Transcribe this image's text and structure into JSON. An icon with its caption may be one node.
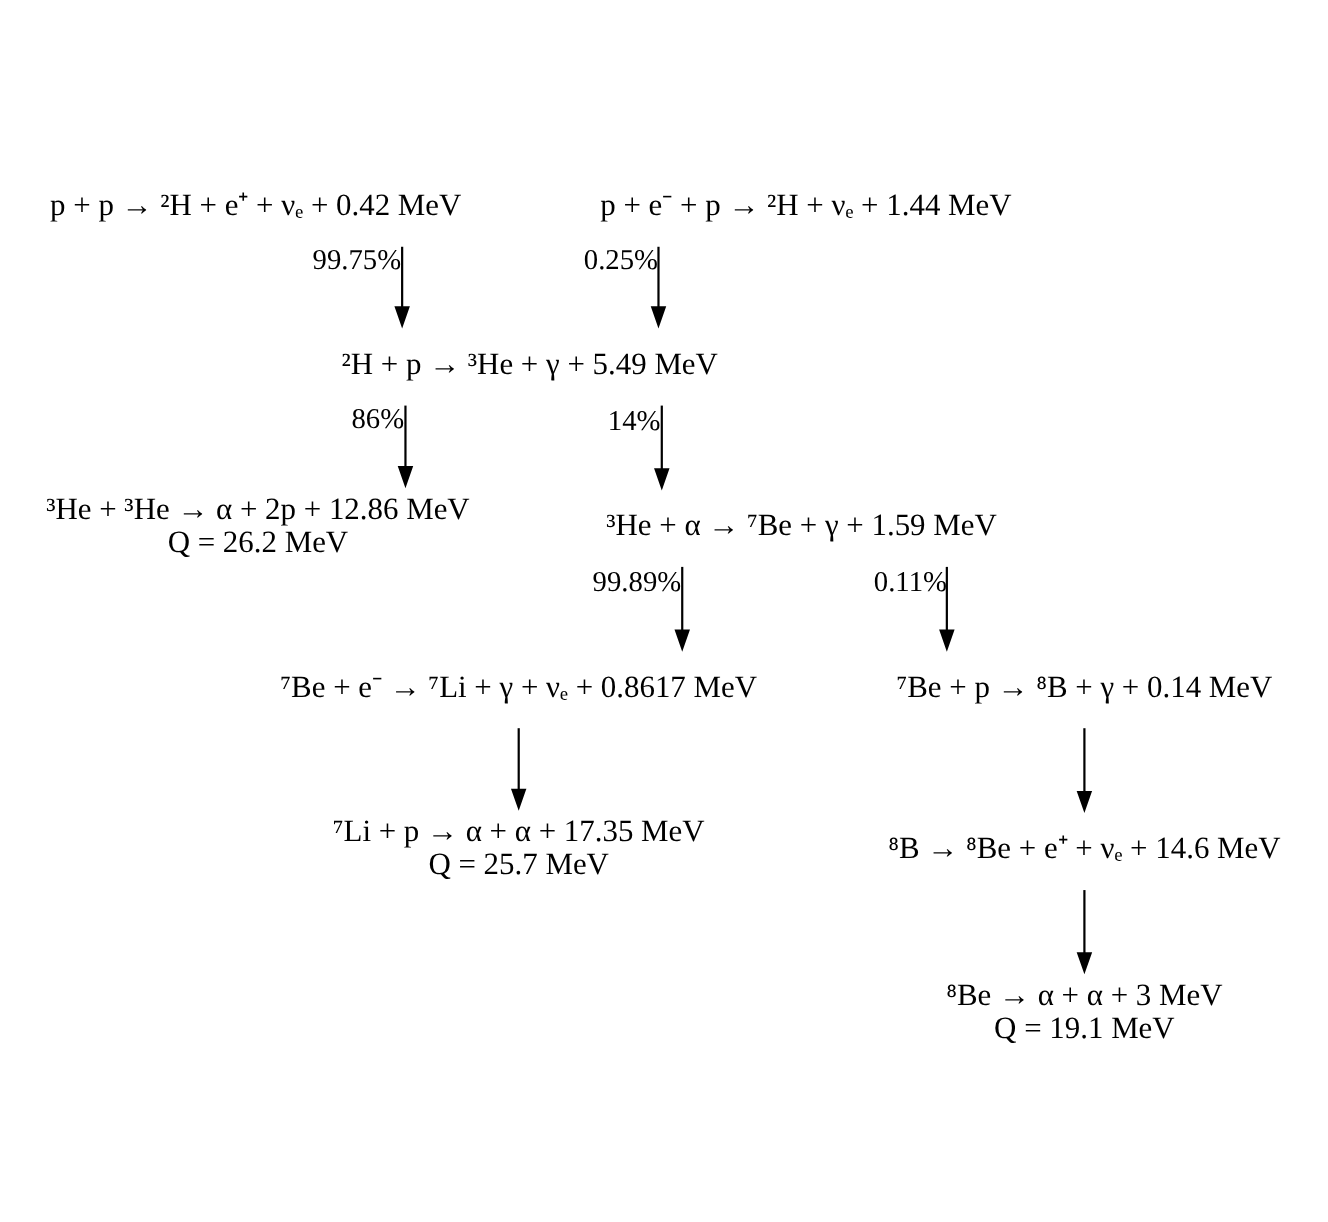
{
  "diagram": {
    "nodes": [
      {
        "text": [
          "p + p → ²H + e⁺ + νₑ + 0.42 MeV"
        ]
      },
      {
        "text": [
          "p + e⁻ + p → ²H + νₑ + 1.44 MeV"
        ]
      },
      {
        "text": [
          "²H + p → ³He + γ + 5.49 MeV"
        ]
      },
      {
        "text": [
          "³He + ³He → α + 2p + 12.86 MeV"
        ],
        "beside": [
          "Q = 26.2 MeV"
        ]
      },
      {
        "text": [
          "³He + α → ⁷Be + γ + 1.59 MeV"
        ]
      },
      {
        "text": [
          "⁷Be + e⁻ → ⁷Li + γ + νₑ + 0.8617 MeV"
        ]
      },
      {
        "text": [
          "⁷Be + p → ⁸B + γ + 0.14 MeV"
        ]
      },
      {
        "text": [
          "⁷Li + p → α + α + 17.35 MeV"
        ],
        "beside": [
          "Q = 25.7 MeV"
        ]
      },
      {
        "text": [
          "⁸B → ⁸Be + e⁺ + νₑ + 14.6 MeV"
        ]
      },
      {
        "text": [
          "⁸Be → α + α + 3 MeV"
        ],
        "beside": [
          "Q = 19.1 MeV"
        ]
      }
    ],
    "edges": [
      {
        "from": 0,
        "to": 2,
        "arrow": "to",
        "label": "99.75%"
      },
      {
        "from": 1,
        "to": 2,
        "arrow": "to",
        "label": "0.25%"
      },
      {
        "from": 2,
        "to": 3,
        "arrow": "to",
        "label": "86%"
      },
      {
        "from": 2,
        "to": 4,
        "arrow": "to",
        "label": "14%"
      },
      {
        "from": 4,
        "to": 5,
        "arrow": "to",
        "label": "99.89%"
      },
      {
        "from": 4,
        "to": 6,
        "arrow": "to",
        "label": "0.11%"
      },
      {
        "from": 5,
        "to": 7,
        "arrow": "to"
      },
      {
        "from": 6,
        "to": 8,
        "arrow": "to"
      },
      {
        "from": 8,
        "to": 9,
        "arrow": "to"
      }
    ]
  }
}
